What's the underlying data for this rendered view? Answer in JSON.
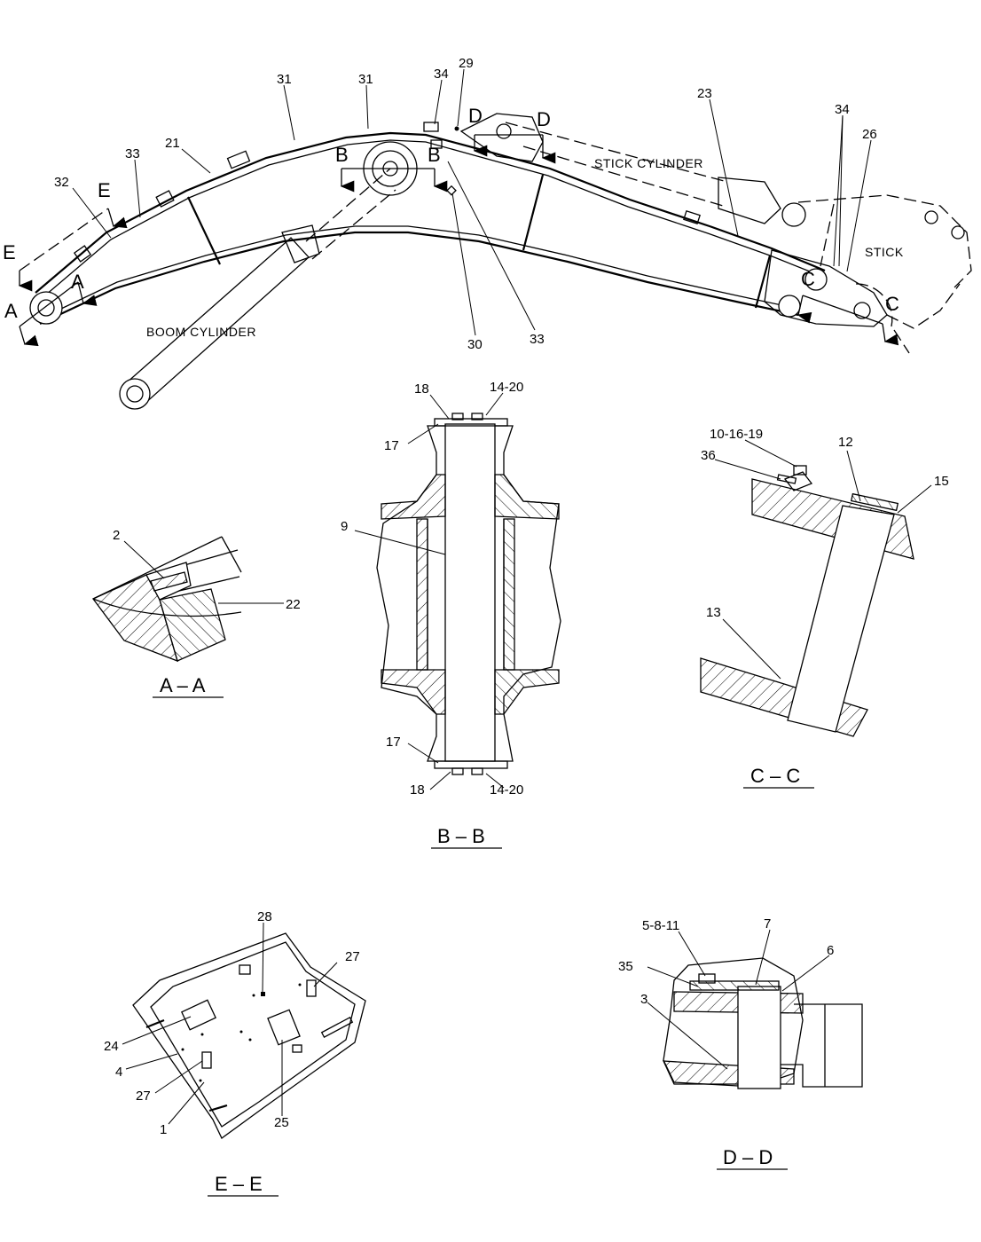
{
  "labels": {
    "boom_cylinder": "BOOM  CYLINDER",
    "stick_cylinder": "STICK  CYLINDER",
    "stick": "STICK"
  },
  "section_markers": {
    "A": "A",
    "B": "B",
    "C": "C",
    "D": "D",
    "E": "E"
  },
  "section_titles": {
    "aa": "A – A",
    "bb": "B – B",
    "cc": "C – C",
    "dd": "D – D",
    "ee": "E – E"
  },
  "callouts": {
    "main": {
      "c31a": "31",
      "c31b": "31",
      "c34a": "34",
      "c29": "29",
      "c23": "23",
      "c34b": "34",
      "c26": "26",
      "c21": "21",
      "c33a": "33",
      "c32": "32",
      "c30": "30",
      "c33b": "33"
    },
    "aa": {
      "c2": "2",
      "c22": "22"
    },
    "bb": {
      "c18a": "18",
      "c1420a": "14-20",
      "c17a": "17",
      "c9": "9",
      "c17b": "17",
      "c18b": "18",
      "c1420b": "14-20"
    },
    "cc": {
      "c101619": "10-16-19",
      "c12": "12",
      "c36": "36",
      "c15": "15",
      "c13": "13"
    },
    "dd": {
      "c5811": "5-8-11",
      "c7": "7",
      "c35": "35",
      "c6": "6",
      "c3": "3"
    },
    "ee": {
      "c28": "28",
      "c27a": "27",
      "c24": "24",
      "c4": "4",
      "c27b": "27",
      "c1": "1",
      "c25": "25"
    }
  }
}
